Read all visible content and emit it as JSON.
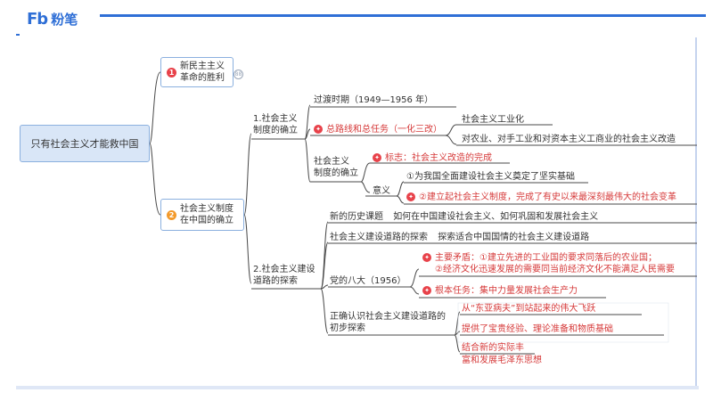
{
  "brand": {
    "logo_mark": "Fb",
    "logo_text": "粉笔"
  },
  "root": "只有社会主义才能救中国",
  "branches": {
    "b1": {
      "num": "1",
      "label_1": "新民主主义",
      "label_2": "革命的胜利",
      "collapse": "88"
    },
    "b2": {
      "num": "2",
      "label_1": "社会主义制度",
      "label_2": "在中国的确立"
    }
  },
  "s1": {
    "label_1": "1.社会主义",
    "label_2": "制度的确立",
    "transition": "过渡时期（1949—1956 年）",
    "general_line": "总路线和总任务（一化三改）",
    "industrialization": "社会主义工业化",
    "transformation": "对农业、对手工业和对资本主义工商业的社会主义改造",
    "established_1": "社会主义",
    "established_2": "制度的确立",
    "sign": "标志：社会主义改造的完成",
    "meaning": "意义",
    "meaning_1": "①为我国全面建设社会主义奠定了坚实基础",
    "meaning_2": "②建立起社会主义制度，完成了有史以来最深刻最伟大的社会变革"
  },
  "s2": {
    "label_1": "2.社会主义建设",
    "label_2": "道路的探索",
    "new_topic_label": "新的历史课题",
    "new_topic_text": "如何在中国建设社会主义、如何巩固和发展社会主义",
    "road_label": "社会主义建设道路的探索",
    "road_text": "探索适合中国国情的社会主义建设道路",
    "congress": "党的八大（1956）",
    "contradiction_1": "主要矛盾：①建立先进的工业国的要求同落后的农业国；",
    "contradiction_2": "②经济文化迅速发展的需要同当前经济文化不能满足人民需要",
    "task": "根本任务：集中力量发展社会生产力",
    "correct_1": "正确认识社会主义建设道路的",
    "correct_2": "初步探索",
    "leap": "从“东亚病夫”到站起来的伟大飞跃",
    "experience": "提供了宝贵经验、理论准备和物质基础",
    "practice": "结合新的实际丰",
    "mao": "富和发展毛泽东思想"
  },
  "colors": {
    "accent": "#2f6fd6",
    "node_border": "#8bb0df",
    "root_fill": "#d9e6f7",
    "highlight": "#d63a3a",
    "badge1": "#e8424a",
    "badge2": "#f39a2b"
  }
}
